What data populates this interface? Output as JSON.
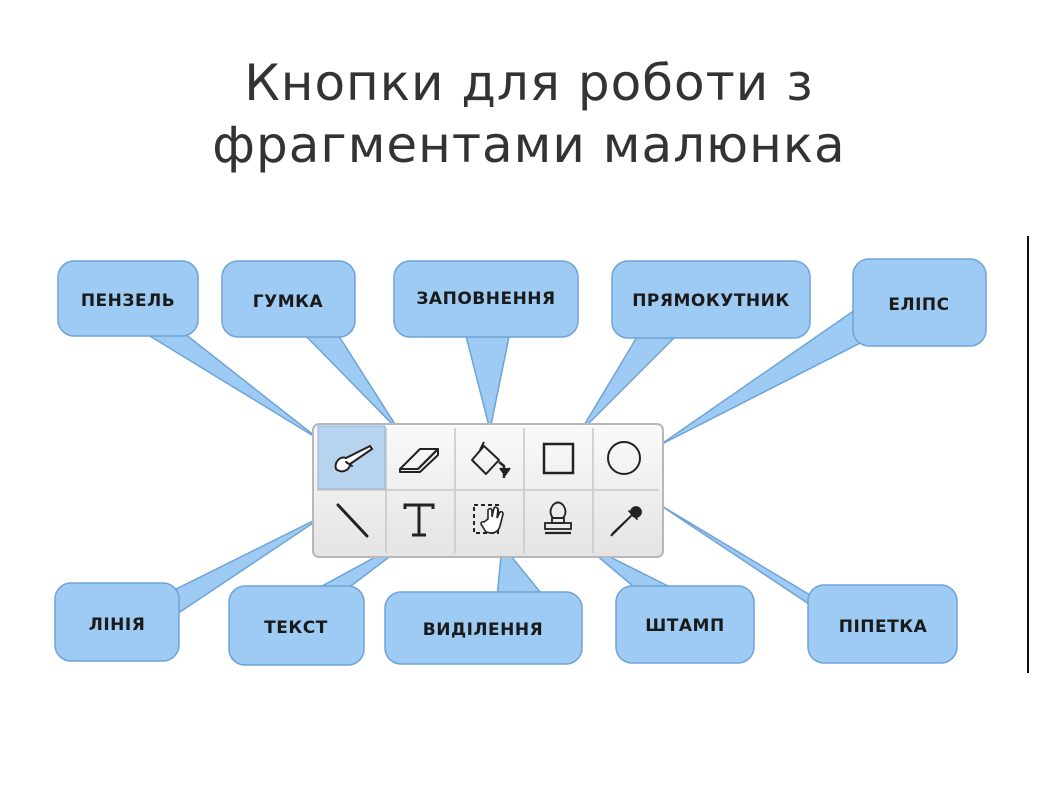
{
  "title": {
    "line1": "Кнопки для роботи з",
    "line2": "фрагментами малюнка"
  },
  "colors": {
    "bubble_fill": "#9dcbf3",
    "bubble_stroke": "#6fa3d6",
    "toolbar_bg": "#f4f4f4",
    "toolbar_selected": "#b7d3ee",
    "text": "#333333"
  },
  "toolbar": {
    "row1": [
      {
        "icon": "brush-icon",
        "selected": true
      },
      {
        "icon": "eraser-icon"
      },
      {
        "icon": "fill-bucket-icon"
      },
      {
        "icon": "rectangle-icon"
      },
      {
        "icon": "ellipse-icon"
      }
    ],
    "row2": [
      {
        "icon": "line-icon"
      },
      {
        "icon": "text-icon"
      },
      {
        "icon": "selection-icon"
      },
      {
        "icon": "stamp-icon"
      },
      {
        "icon": "eyedropper-icon"
      }
    ]
  },
  "labels": {
    "brush": "ПЕНЗЕЛЬ",
    "eraser": "ГУМКА",
    "fill": "ЗАПОВНЕННЯ",
    "rectangle": "ПРЯМОКУТНИК",
    "ellipse": "ЕЛІПС",
    "line": "ЛІНІЯ",
    "text": "ТЕКСТ",
    "selection": "ВИДІЛЕННЯ",
    "stamp": "ШТАМП",
    "eyedropper": "ПІПЕТКА"
  }
}
